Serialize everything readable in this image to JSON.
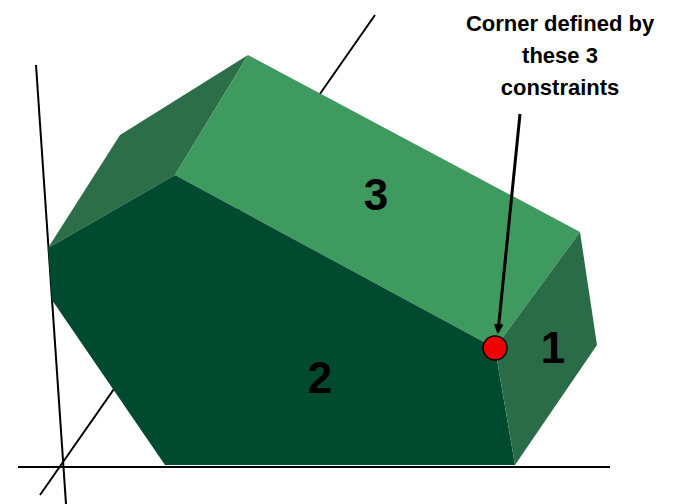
{
  "diagram": {
    "labels": [
      "Corner defined by these 3 constraints",
      "3",
      "2",
      "1"
    ]
  }
}
